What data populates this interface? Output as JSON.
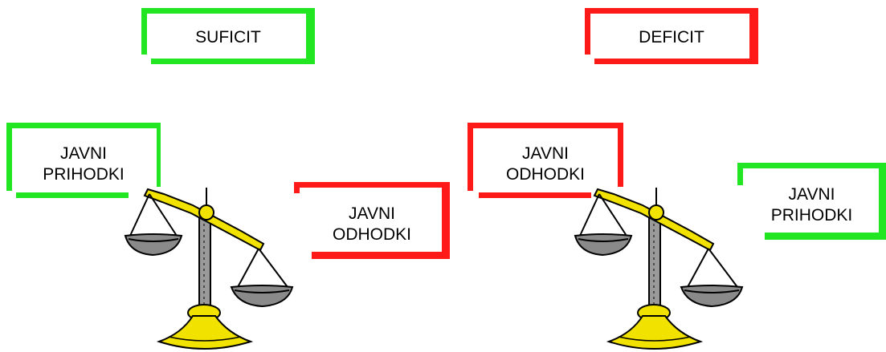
{
  "colors": {
    "green": "#22e622",
    "red": "#ff1a1a",
    "gold": "#f2e200",
    "gold_dark": "#8a7a00",
    "pole": "#9a9a9a",
    "ink": "#000000"
  },
  "left_panel": {
    "heading": "SUFICIT",
    "revenue_label": "JAVNI\nPRIHODKI",
    "expense_label": "JAVNI\nODHODKI"
  },
  "right_panel": {
    "heading": "DEFICIT",
    "expense_label": "JAVNI\nODHODKI",
    "revenue_label": "JAVNI\nPRIHODKI"
  },
  "icons": {
    "left_scale": "balance-scale-icon",
    "right_scale": "balance-scale-icon"
  }
}
